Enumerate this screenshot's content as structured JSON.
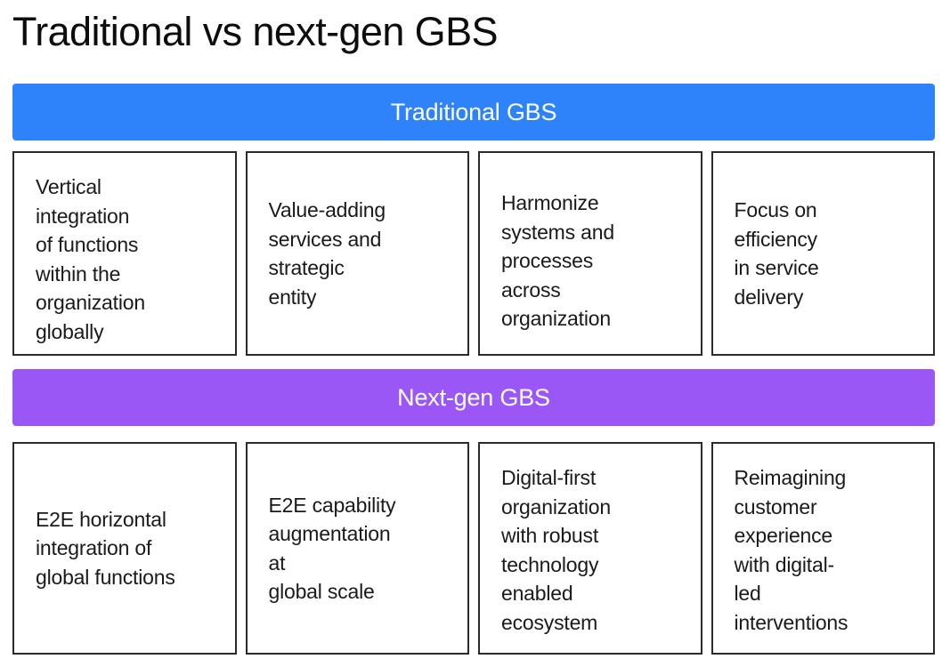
{
  "page": {
    "title": "Traditional vs next-gen GBS",
    "background_color": "#ffffff"
  },
  "sections": [
    {
      "banner_label": "Traditional GBS",
      "banner_color": "#2f83fa",
      "cards": [
        {
          "text": "Vertical\nintegration\nof functions\nwithin the\norganization\nglobally"
        },
        {
          "text": "Value-adding\nservices and\nstrategic\nentity"
        },
        {
          "text": "Harmonize\nsystems and\nprocesses\nacross\norganization"
        },
        {
          "text": "Focus on\nefficiency\nin service\ndelivery"
        }
      ]
    },
    {
      "banner_label": "Next-gen GBS",
      "banner_color": "#9b57f5",
      "cards": [
        {
          "text": "E2E horizontal\nintegration of\nglobal functions"
        },
        {
          "text": "E2E capability\naugmentation\nat\nglobal scale"
        },
        {
          "text": "Digital-first\norganization\nwith robust\ntechnology\nenabled\necosystem"
        },
        {
          "text": "Reimagining\ncustomer\nexperience\nwith digital-\nled\ninterventions"
        }
      ]
    }
  ],
  "colors": {
    "traditional_banner": "#2f83fa",
    "nextgen_banner": "#9b57f5",
    "card_border": "#2b2b2b",
    "text": "#1a1a1a",
    "title": "#0d0d0d",
    "banner_text": "#ffffff"
  }
}
